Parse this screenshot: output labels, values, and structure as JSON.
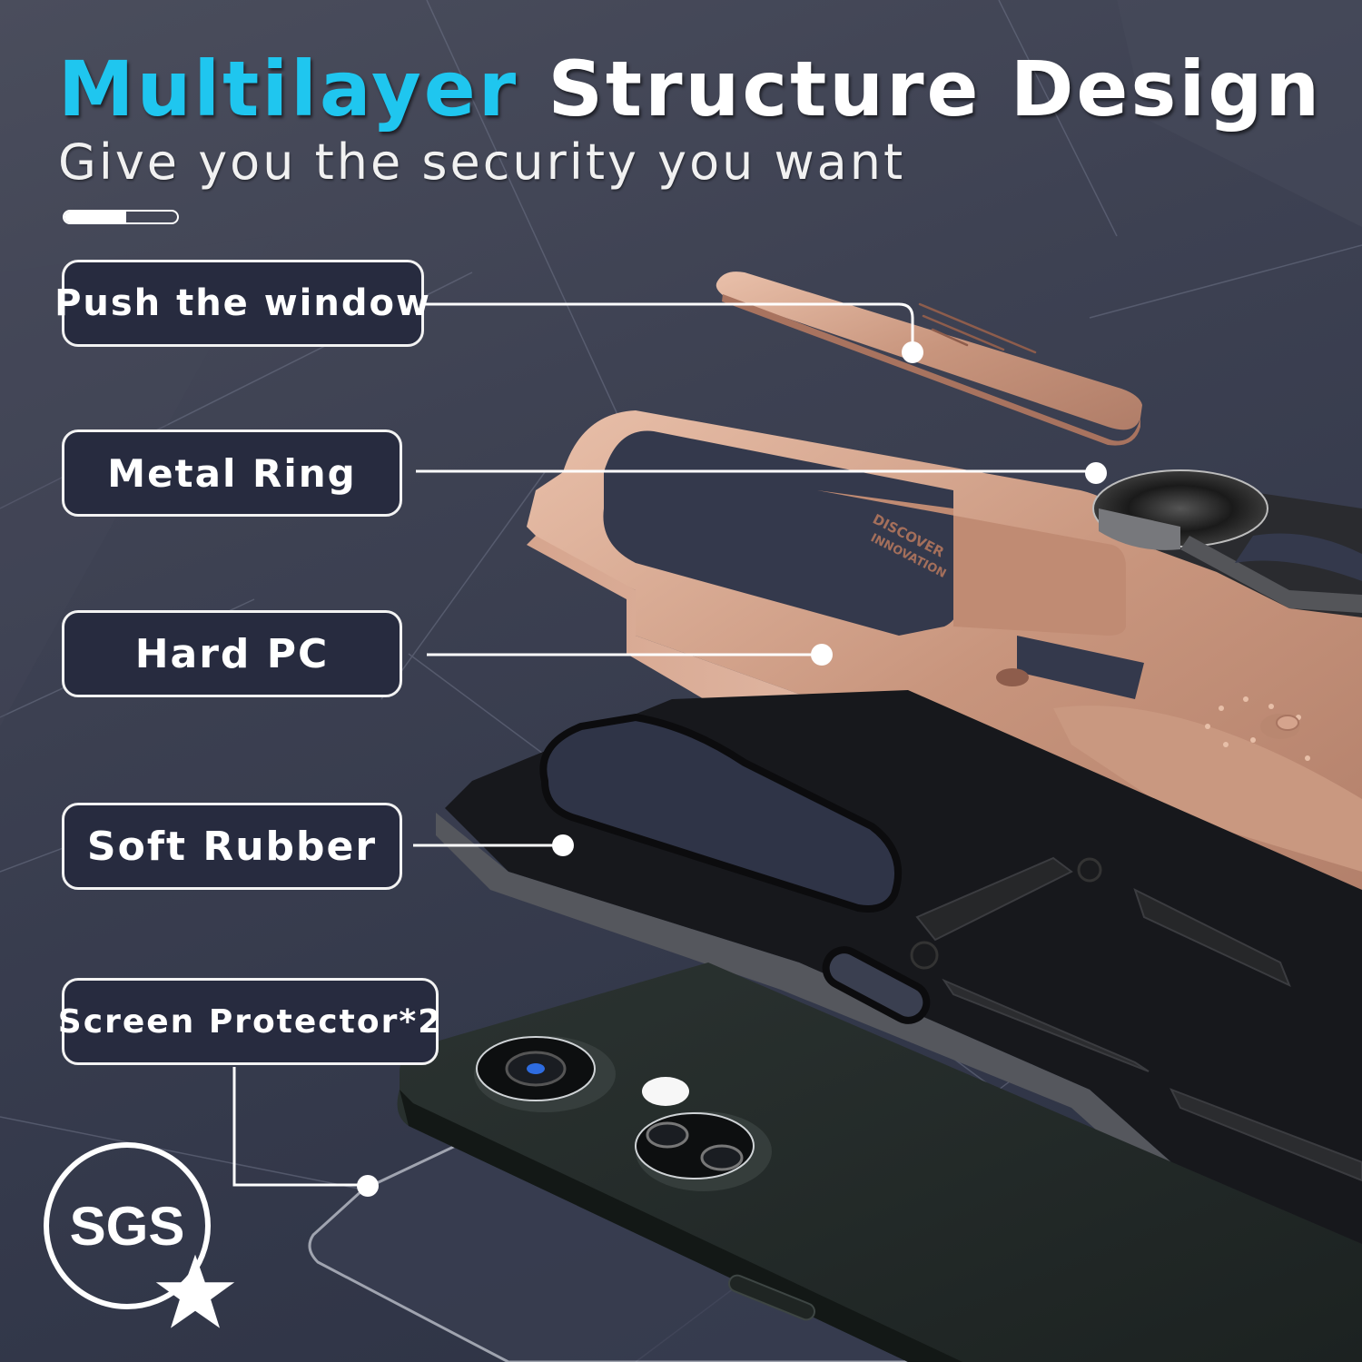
{
  "header": {
    "title_accent": "Multilayer",
    "title_rest": "Structure Design",
    "subtitle": "Give you the security you want",
    "progress_fill_percent": 55
  },
  "layers": [
    {
      "label": "Push the window",
      "part": "slide camera cover"
    },
    {
      "label": "Metal Ring",
      "part": "ring kickstand"
    },
    {
      "label": "Hard PC",
      "part": "hard polycarbonate shell"
    },
    {
      "label": "Soft Rubber",
      "part": "TPU bumper"
    },
    {
      "label": "Screen Protector*2",
      "part": "tempered glass"
    }
  ],
  "shell_emboss": {
    "line1": "DISCOVER",
    "line2": "INNOVATION"
  },
  "badge": {
    "text": "SGS",
    "icon": "star-icon"
  },
  "colors": {
    "accent": "#1fc6ef",
    "background": "#3d4152",
    "label_fill": "#272b3f",
    "label_border": "#f3f3f3",
    "rose_gold": "#d9a891",
    "rubber_black": "#1b1c21",
    "phone_body": "#222a28"
  }
}
